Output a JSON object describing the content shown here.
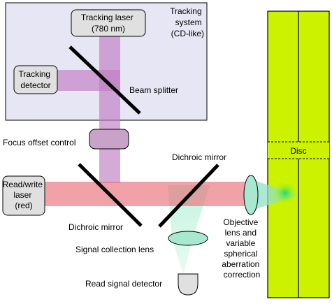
{
  "tracking_system": {
    "label_lines": [
      "Tracking",
      "system",
      "(CD-like)"
    ]
  },
  "tracking_laser": {
    "label_lines": [
      "Tracking laser",
      "(780 nm)"
    ]
  },
  "tracking_detector": {
    "label_lines": [
      "Tracking",
      "detector"
    ]
  },
  "beam_splitter": {
    "label": "Beam splitter"
  },
  "focus_offset_control": {
    "label": "Focus offset control"
  },
  "dichroic_mirror_upper": {
    "label": "Dichroic mirror"
  },
  "dichroic_mirror_lower": {
    "label": "Dichroic mirror"
  },
  "read_write_laser": {
    "label_lines": [
      "Read/write",
      "laser",
      "(red)"
    ]
  },
  "signal_collection_lens": {
    "label": "Signal collection lens"
  },
  "read_signal_detector": {
    "label": "Read signal detector"
  },
  "objective_lens": {
    "label_lines": [
      "Objective",
      "lens and",
      "variable",
      "spherical",
      "aberration",
      "correction"
    ]
  },
  "disc": {
    "label": "Disc"
  },
  "colors": {
    "tracking_panel": "#e6e6f5",
    "tracking_beam": "#c07cc0",
    "readwrite_beam": "#e8707a",
    "signal_beam": "#b8ecd8",
    "disc": "#ccf200",
    "component_box": "#e0e0e0"
  }
}
